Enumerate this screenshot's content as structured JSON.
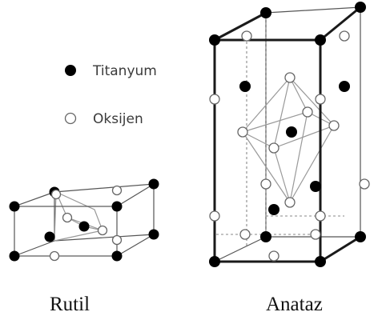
{
  "legend": {
    "items": [
      {
        "label": "Titanyum",
        "symbol": "filled-circle",
        "color": "#000000"
      },
      {
        "label": "Oksijen",
        "symbol": "open-circle",
        "color": "#ffffff"
      }
    ]
  },
  "structures": [
    {
      "caption": "Rutil"
    },
    {
      "caption": "Anataz"
    }
  ]
}
